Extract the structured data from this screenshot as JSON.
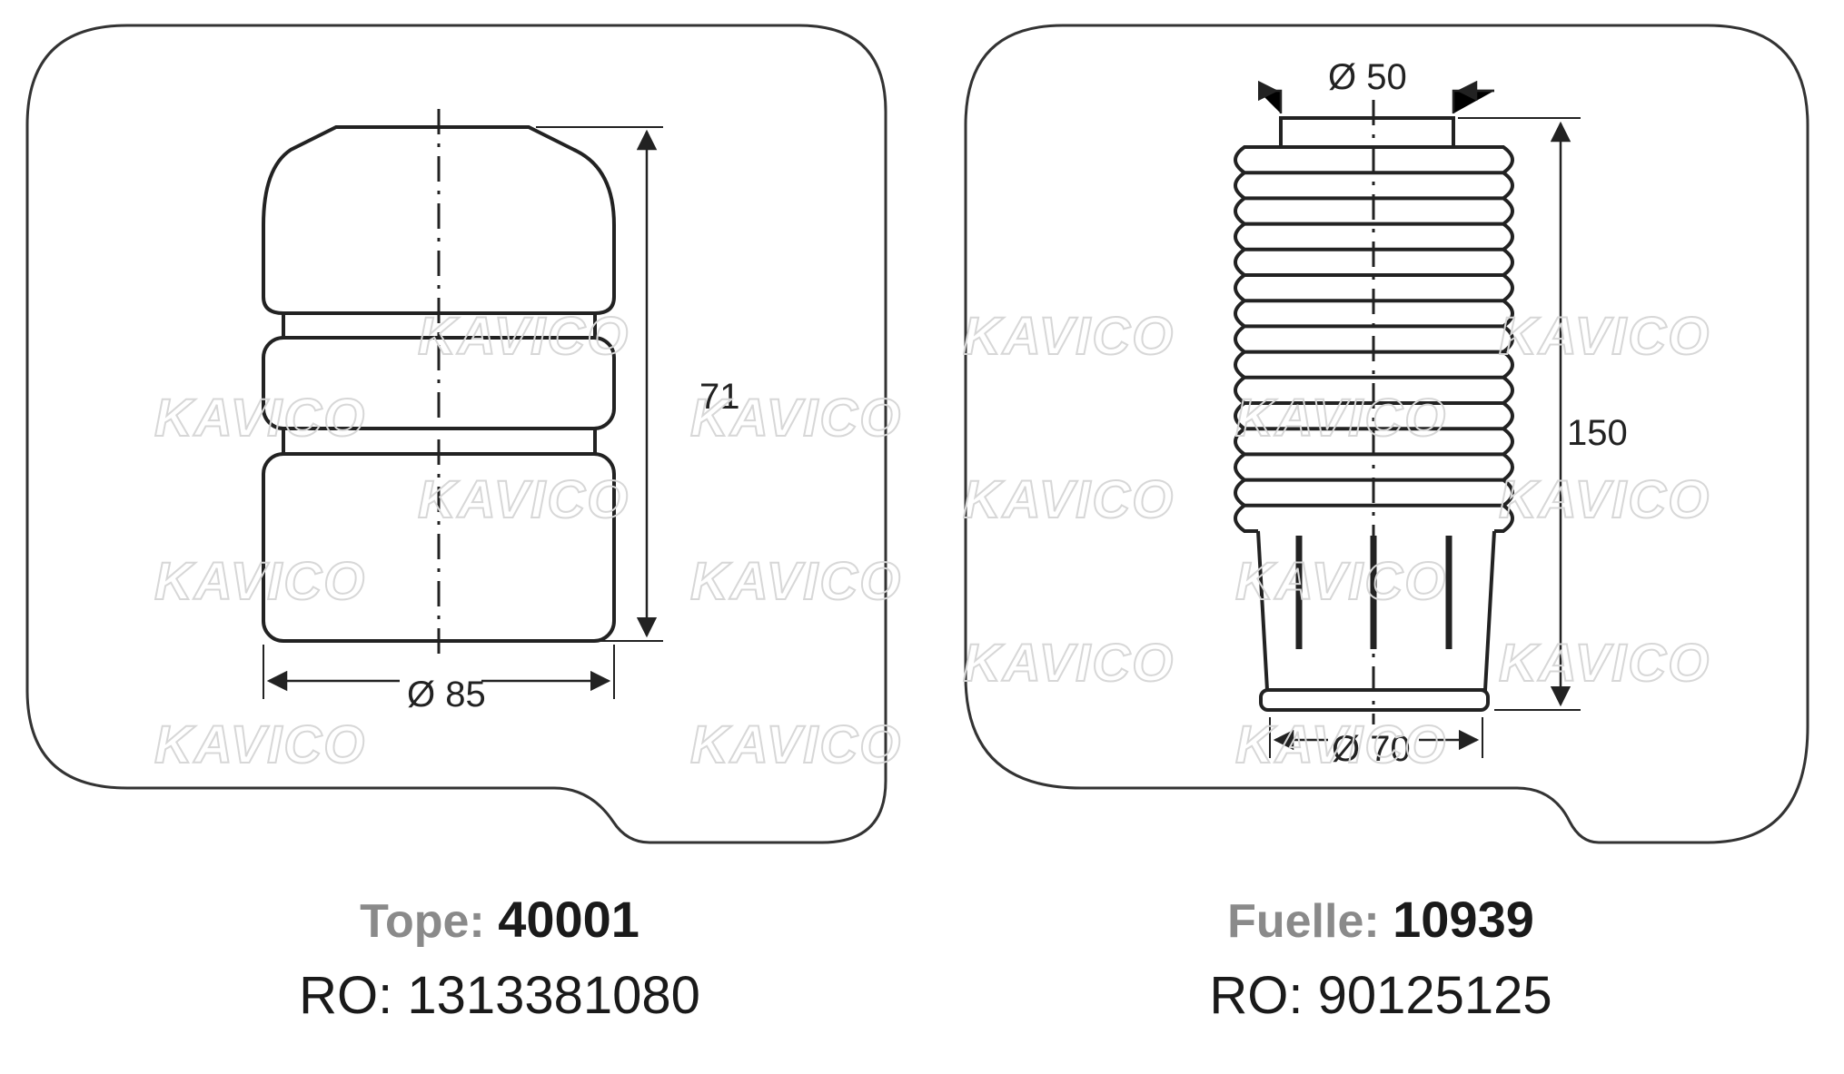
{
  "watermark": "KAVICO",
  "parts": [
    {
      "type_label": "Tope:",
      "code": "40001",
      "ref_label": "RO:",
      "ref_number": "1313381080",
      "dimensions": {
        "height": "71",
        "diameter": "Ø 85"
      }
    },
    {
      "type_label": "Fuelle:",
      "code": "10939",
      "ref_label": "RO:",
      "ref_number": "90125125",
      "dimensions": {
        "height": "150",
        "top_diameter": "Ø 50",
        "bottom_diameter": "Ø 70"
      }
    }
  ]
}
